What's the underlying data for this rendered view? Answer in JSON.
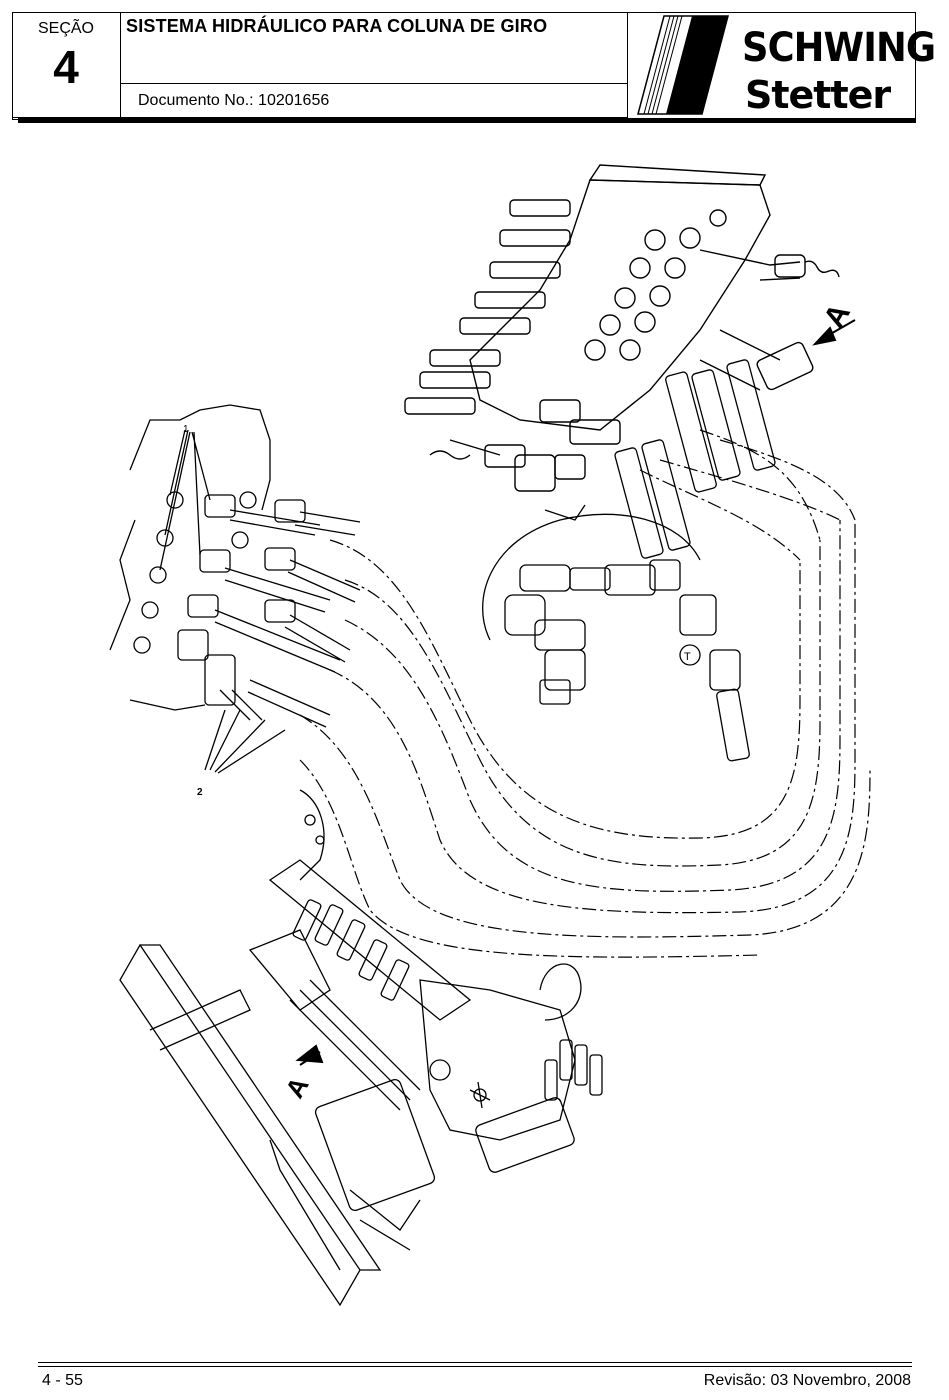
{
  "header": {
    "section_label": "SEÇÃO",
    "section_number": "4",
    "title": "SISTEMA HIDRÁULICO PARA COLUNA DE GIRO",
    "document_no": "Documento No.: 10201656",
    "brand_line1": "SCHWING",
    "brand_line2": "Stetter"
  },
  "drawing": {
    "callout_1": "1",
    "callout_2": "2",
    "view_marker_top": "A",
    "view_marker_bottom": "A",
    "detail_label": "T"
  },
  "footer": {
    "page": "4 - 55",
    "revision": "Revisão: 03 Novembro, 2008"
  }
}
